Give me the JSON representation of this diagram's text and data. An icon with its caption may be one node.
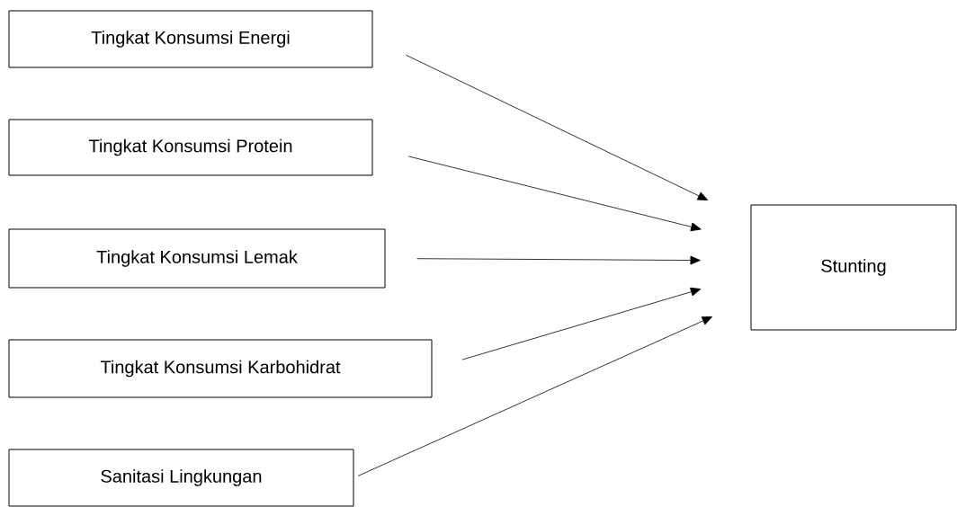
{
  "diagram": {
    "nodes": [
      {
        "text": [
          "Tingkat Konsumsi Energi"
        ]
      },
      {
        "text": [
          "Tingkat Konsumsi Protein"
        ]
      },
      {
        "text": [
          "Tingkat Konsumsi Lemak"
        ]
      },
      {
        "text": [
          "Tingkat Konsumsi Karbohidrat"
        ]
      },
      {
        "text": [
          "Sanitasi Lingkungan"
        ]
      },
      {
        "text": [
          "Stunting"
        ]
      }
    ],
    "edges": [
      {
        "from": 0,
        "to": 5,
        "arrow": "to"
      },
      {
        "from": 1,
        "to": 5,
        "arrow": "to"
      },
      {
        "from": 2,
        "to": 5,
        "arrow": "to"
      },
      {
        "from": 3,
        "to": 5,
        "arrow": "to"
      },
      {
        "from": 4,
        "to": 5,
        "arrow": "to"
      }
    ]
  }
}
